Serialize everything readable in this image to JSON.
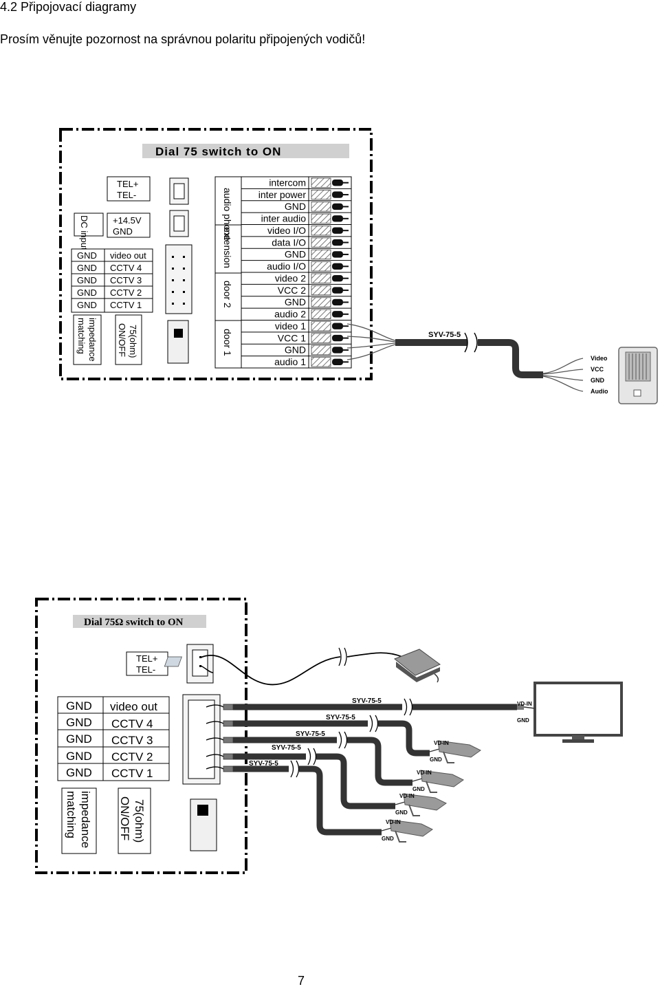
{
  "page": {
    "heading": "4.2 Připojovací diagramy",
    "note": "Prosím věnujte pozornost na správnou polaritu připojených vodičů!",
    "page_number": "7"
  },
  "diagram1": {
    "banner": "Dial 75  switch to ON",
    "tel": [
      "TEL+",
      "TEL-"
    ],
    "dc_input_label": "DC input",
    "dc_input_values": [
      "+14.5V",
      "GND"
    ],
    "video_table": {
      "gnd": [
        "GND",
        "GND",
        "GND",
        "GND",
        "GND"
      ],
      "signals": [
        "video out",
        "CCTV 4",
        "CCTV 3",
        "CCTV 2",
        "CCTV 1"
      ]
    },
    "impedance_label": [
      "impedance",
      "matching"
    ],
    "ohm_label": [
      "75(ohm)",
      "ON/OFF"
    ],
    "groups": [
      "audio phone",
      "extension",
      "door 2",
      "door 1"
    ],
    "terminals": [
      "intercom",
      "inter power",
      "GND",
      "inter audio",
      "video I/O",
      "data I/O",
      "GND",
      "audio I/O",
      "video 2",
      "VCC 2",
      "GND",
      "audio 2",
      "video 1",
      "VCC 1",
      "GND",
      "audio 1"
    ],
    "cable_label": "SYV-75-5",
    "door_station_wires": [
      "Video",
      "VCC",
      "GND",
      "Audio"
    ]
  },
  "diagram2": {
    "banner": "Dial 75Ω switch to ON",
    "tel": [
      "TEL+",
      "TEL-"
    ],
    "video_table": {
      "gnd": [
        "GND",
        "GND",
        "GND",
        "GND",
        "GND"
      ],
      "signals": [
        "video out",
        "CCTV 4",
        "CCTV 3",
        "CCTV 2",
        "CCTV 1"
      ]
    },
    "impedance_label": [
      "impedance",
      "matching"
    ],
    "ohm_label": [
      "75(ohm)",
      "ON/OFF"
    ],
    "cable_label": "SYV-75-5",
    "monitor_labels": [
      "VD-IN",
      "GND"
    ],
    "camera_labels": [
      "VD-IN",
      "GND"
    ]
  }
}
